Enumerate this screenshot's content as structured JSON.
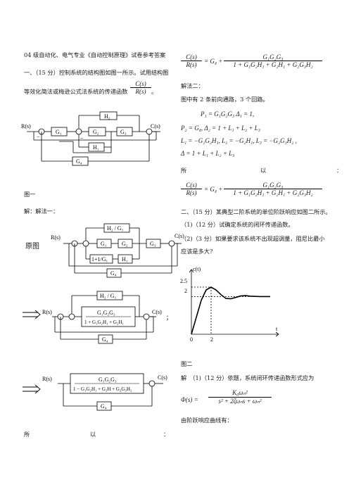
{
  "left": {
    "title": "04 级自动化、电气专业《自动控制原理》试卷参考答案",
    "q1_line1": "一、（15 分）控制系统的结构图如图一所示。试用结构图",
    "q1_line2": "等效化简法或梅逊公式法系统的传递函数",
    "q1_frac_num": "C(s)",
    "q1_frac_den": "R(s)",
    "q1_period": "。",
    "fig1_caption": "图一",
    "sol1": "解：解法一：",
    "orig_label": "原图",
    "suo": "所",
    "yi": "以",
    "colon": "："
  },
  "fig1": {
    "R": "R(s)",
    "C": "C(s)",
    "G1": "G₁",
    "G2": "G₂",
    "G3": "G₃",
    "G4": "G₄",
    "H1": "H₁",
    "H2": "H₂",
    "minus": "−"
  },
  "fig2": {
    "R": "R(s)",
    "C": "C(s)",
    "H2G1": "H₂ / G₁",
    "G1": "G₁",
    "G2": "G₂",
    "G3": "G₃",
    "inv": "1+1/G₁",
    "H1": "H₁",
    "G4": "G₄"
  },
  "fig3": {
    "R": "R(s)",
    "C": "C(s)",
    "H2G1": "H₂ / G₁",
    "num": "G₁G₂G₃",
    "den": "1 + G₁G₂H₁ + G₂H₁",
    "G4": "G₄",
    "semi": "；"
  },
  "fig4": {
    "R": "R(s)",
    "C": "C(s)",
    "num": "G₁G₂G₃",
    "den": "1 − G₁G₂H₁ + G₂H + G₂G₃H₂",
    "G4": "G₄"
  },
  "right": {
    "eq1_lhs_num": "C(s)",
    "eq1_lhs_den": "R(s)",
    "eq1_g4": "= G₄ +",
    "eq1_num": "G₁G₂G₃",
    "eq1_den": "1 + G₁G₂H₁ + G₂H₁ + G₂G₃H₂",
    "sol2": "解法二：",
    "paths": "图中有 2 条前向通路，3 个回路。",
    "p1": "P₁ = G₁G₂G₃    Δ₁ = 1,",
    "p2": "P₂ = G₄,     Δ₂ = 1 + L₁ + L₂ + L₃",
    "loops": "L₁ = −G₁G₂H₁,  L₂ = −G₂H₁,  L₃ = −G₂G₃H₂ ,",
    "delta": "Δ = 1 + L₁ + L₂ + L₃",
    "suo": "所",
    "yi": "以",
    "colon": "：",
    "eq2_lhs_num": "C(s)",
    "eq2_lhs_den": "R(s)",
    "eq2_g4": "= G₄ +",
    "eq2_num": "G₁G₂G₃",
    "eq2_den": "1 + G₁G₂H₁ + G₂H₁ + G₂G₃H₂",
    "q2_line1": "二、（15 分）某典型二阶系统的单位阶跃响应如图二所示。",
    "q2_line2": "（1)（12 分）试确定系统的闭环传递函数。",
    "q2_line3": "（2)（3 分）如果要求该系统不出现超调量，阻尼比最小",
    "q2_line4": "应该是多大?",
    "fig2_caption": "图二",
    "ans_line": "解　（1)（12 分）依题，系统闭环传递函数形式应为",
    "phi_lhs": "Φ(s) =",
    "phi_num": "K₀ωₙ²",
    "phi_den": "s² + 2ζωₙs + ωₙ²",
    "last": "由阶跃响应曲线有："
  },
  "plot": {
    "ylabel": "c(t)",
    "xlabel": "t",
    "ytick_peak": "2.5",
    "ytick_final": "2",
    "xtick_0": "0",
    "xtick_2": "2"
  },
  "chart_data": {
    "type": "line",
    "title": "",
    "xlabel": "t",
    "ylabel": "c(t)",
    "yticks": [
      2,
      2.5
    ],
    "xticks": [
      0,
      2
    ],
    "x": [
      0,
      0.5,
      1,
      1.5,
      2,
      2.5,
      3,
      3.5,
      4,
      4.5,
      5,
      5.5,
      6,
      7,
      8
    ],
    "y": [
      0,
      0.9,
      1.8,
      2.35,
      2.5,
      2.35,
      2.1,
      1.9,
      1.88,
      1.95,
      2.03,
      2.05,
      2.02,
      2.0,
      2.0
    ],
    "peak": {
      "t": 2,
      "c": 2.5
    },
    "final_value": 2
  }
}
